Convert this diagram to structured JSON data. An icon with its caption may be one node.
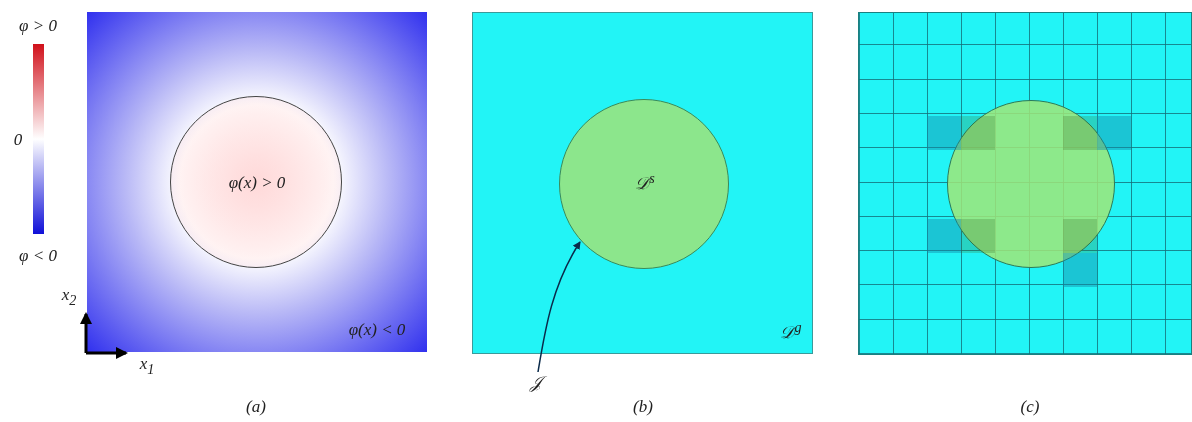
{
  "diagram": {
    "nodes": [
      {
        "text": [
          "φ(x) < 0"
        ]
      },
      {
        "text": [
          "φ(x) > 0"
        ],
        "in": 0
      },
      {
        "text": [
          "𝒟$^{g}$"
        ]
      },
      {
        "text": [
          "𝒟$^{s}$"
        ],
        "in": 2
      },
      {
        "text": [
          "𝒥"
        ]
      },
      {
        "text": [],
        "shape": "box"
      },
      {
        "text": [],
        "shape": "circle",
        "in": 5
      }
    ],
    "edges": [
      {
        "from": 4,
        "to": 3,
        "arrow": "to"
      }
    ],
    "labels": [
      "φ > 0",
      "0",
      "φ < 0",
      "x$_{2}$",
      "x$_{1}$",
      "(a)",
      "(b)",
      "(c)"
    ]
  }
}
